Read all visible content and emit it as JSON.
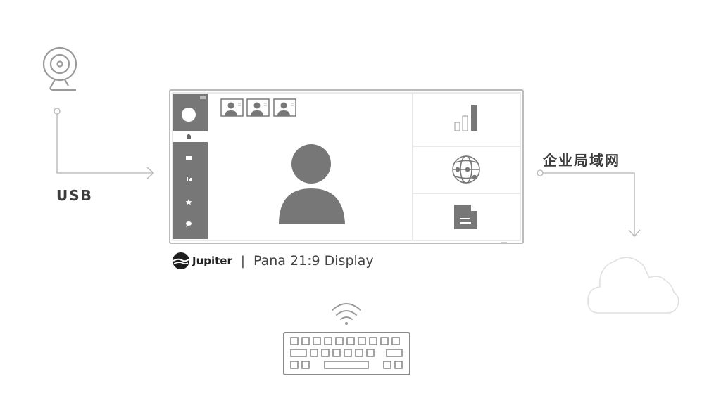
{
  "labels": {
    "usb": "USB",
    "lan": "企业局域网"
  },
  "brand": {
    "name": "Jupiter",
    "separator": "|",
    "product": "Pana 21:9 Display"
  },
  "icons": {
    "webcam": "webcam-icon",
    "cloud": "cloud-icon",
    "keyboard": "keyboard-icon",
    "wifi": "wifi-icon",
    "display": "display-icon",
    "bar_chart": "bar-chart-icon",
    "globe": "globe-icon",
    "document": "document-icon",
    "user": "user-icon",
    "home": "home-icon",
    "mail": "mail-icon",
    "chart_small": "chart-icon",
    "star": "star-icon",
    "chat": "chat-icon"
  },
  "colors": {
    "line": "#b4b4b4",
    "ui_gray": "#777777",
    "text": "#3c3c3c"
  }
}
